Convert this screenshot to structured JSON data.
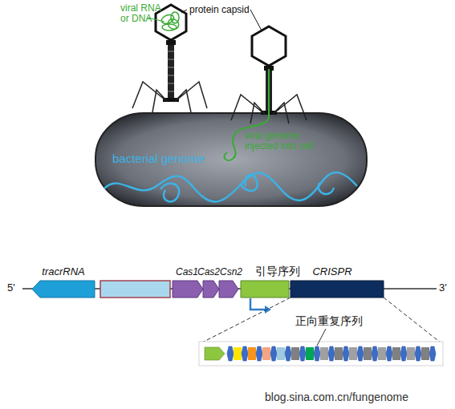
{
  "diagram": {
    "nodes": [
      {
        "text": [
          "bacterial genome"
        ]
      },
      {
        "text": [
          "tracrRNA"
        ]
      },
      {
        "text": [
          "Cas1"
        ]
      },
      {
        "text": [
          "Cas2"
        ]
      },
      {
        "text": [
          "Csn2"
        ]
      },
      {
        "text": [
          "引导序列"
        ]
      },
      {
        "text": [
          "CRISPR"
        ]
      }
    ],
    "labels": [
      "viral RNA or DNA",
      "protein capsid",
      "viral genome injected into cell",
      "5'",
      "3'",
      "正向重复序列",
      "blog.sina.com.cn/fungenome"
    ]
  }
}
